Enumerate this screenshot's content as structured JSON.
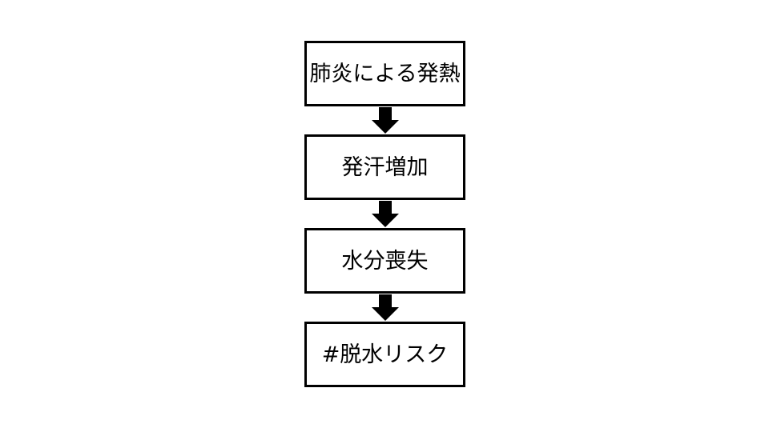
{
  "diagram": {
    "type": "flowchart",
    "orientation": "vertical-top-down",
    "background_color": "#ffffff",
    "node_fill_color": "#ffffff",
    "node_border_color": "#000000",
    "arrow_color": "#000000",
    "text_color": "#000000",
    "nodes": [
      {
        "id": "node-1",
        "label": "肺炎による発熱"
      },
      {
        "id": "node-2",
        "label": "発汗増加"
      },
      {
        "id": "node-3",
        "label": "水分喪失"
      },
      {
        "id": "node-4",
        "label": "#脱水リスク"
      }
    ],
    "connectors": [
      {
        "id": "arrow-1",
        "icon": "arrow-down-icon",
        "from": "node-1",
        "to": "node-2"
      },
      {
        "id": "arrow-2",
        "icon": "arrow-down-icon",
        "from": "node-2",
        "to": "node-3"
      },
      {
        "id": "arrow-3",
        "icon": "arrow-down-icon",
        "from": "node-3",
        "to": "node-4"
      }
    ]
  }
}
